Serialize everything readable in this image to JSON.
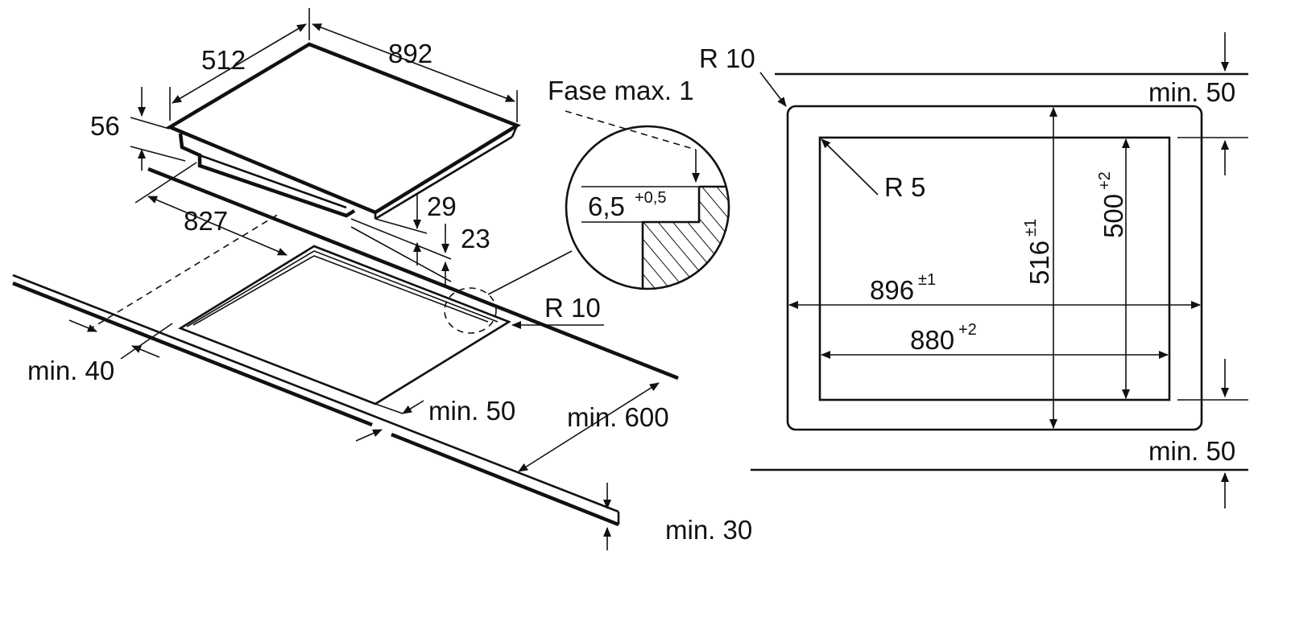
{
  "colors": {
    "line": "#111111",
    "background": "#ffffff"
  },
  "hob": {
    "depth": "512",
    "width": "892",
    "height": "56",
    "side_depth": "827",
    "step_1": "29",
    "step_2": "23"
  },
  "worktop": {
    "min_front": "min. 40",
    "min_rear": "min. 50",
    "min_depth": "min. 600",
    "min_thickness": "min. 30",
    "edge_radius": "R 10"
  },
  "detail": {
    "bevel": "Fase max. 1",
    "rebate": "6,5",
    "rebate_tol": "+0,5"
  },
  "cutout": {
    "outer_radius": "R 10",
    "inner_radius": "R 5",
    "min_top": "min. 50",
    "min_bottom": "min. 50",
    "outer_width": "896",
    "outer_width_tol": "±1",
    "inner_width": "880",
    "inner_width_tol": "+2",
    "outer_depth": "516",
    "outer_depth_tol": "±1",
    "inner_depth": "500",
    "inner_depth_tol": "+2"
  }
}
